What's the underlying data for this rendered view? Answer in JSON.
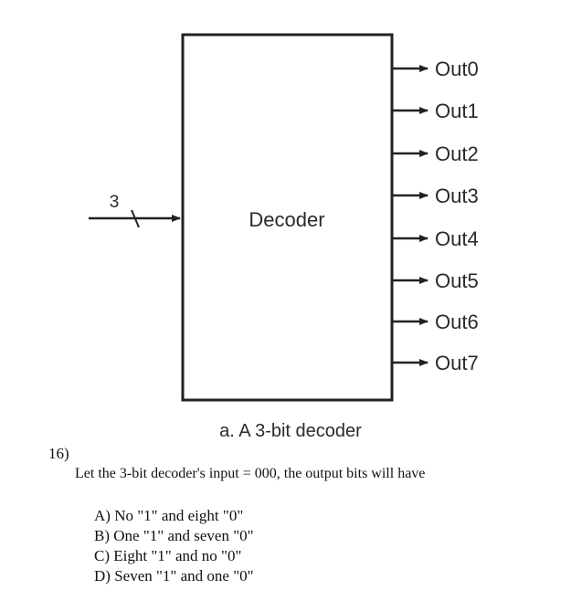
{
  "diagram": {
    "block_label": "Decoder",
    "input_width_label": "3",
    "outputs": [
      "Out0",
      "Out1",
      "Out2",
      "Out3",
      "Out4",
      "Out5",
      "Out6",
      "Out7"
    ],
    "caption": "a. A 3-bit decoder"
  },
  "question": {
    "number": "16)",
    "text": "Let the 3-bit decoder's input = 000, the output bits will have",
    "options": [
      "A) No \"1\" and eight \"0\"",
      "B) One \"1\" and seven \"0\"",
      "C) Eight \"1\" and no \"0\"",
      "D) Seven \"1\" and one \"0\""
    ]
  }
}
